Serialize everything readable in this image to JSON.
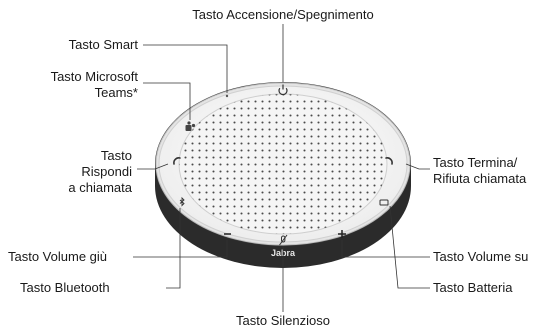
{
  "labels": {
    "power": "Tasto Accensione/Spegnimento",
    "smart": "Tasto Smart",
    "teams_line1": "Tasto Microsoft",
    "teams_line2": "Teams*",
    "answer_line1": "Tasto",
    "answer_line2": "Rispondi",
    "answer_line3": "a chiamata",
    "end_line1": "Tasto Termina/",
    "end_line2": "Rifiuta chiamata",
    "bluetooth": "Tasto Bluetooth",
    "battery": "Tasto Batteria",
    "volume_down": "Tasto Volume giù",
    "volume_up": "Tasto Volume su",
    "mute": "Tasto Silenzioso"
  },
  "device": {
    "brand": "Jabra"
  },
  "icons": {
    "power": "power-icon",
    "teams": "teams-icon",
    "answer": "phone-answer-icon",
    "end": "phone-end-icon",
    "bluetooth": "bluetooth-icon",
    "battery": "battery-icon",
    "volume_down": "minus-icon",
    "volume_up": "plus-icon",
    "mute": "mic-mute-icon"
  },
  "colors": {
    "body_dark": "#2b2b2b",
    "ring": "#d0d0d0",
    "grille": "#f2f2f2",
    "dots": "#4a4a4a",
    "leader": "#333333"
  }
}
